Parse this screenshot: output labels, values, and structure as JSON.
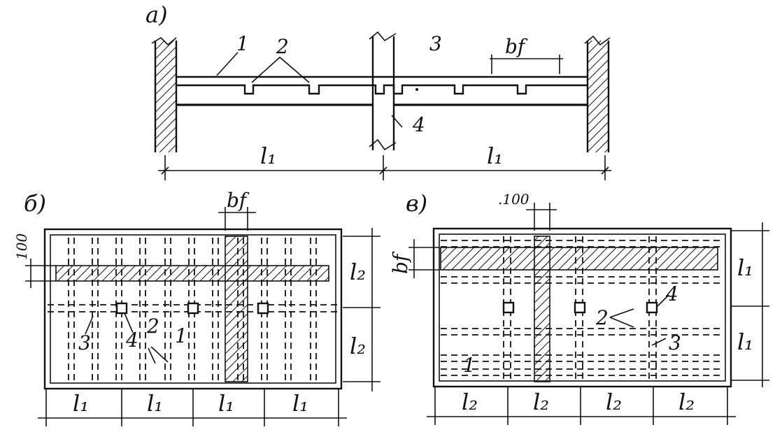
{
  "panels": {
    "a": {
      "title": "а)",
      "callouts": [
        "1",
        "2",
        "3",
        "4"
      ],
      "flange_width": "bf",
      "spans": [
        "l₁",
        "l₁"
      ]
    },
    "b": {
      "title": "б)",
      "flange_width": "bf",
      "offset": "100",
      "callouts": [
        "1",
        "2",
        "3",
        "4"
      ],
      "spans_x": [
        "l₁",
        "l₁",
        "l₁",
        "l₁"
      ],
      "spans_y": [
        "l₂",
        "l₂"
      ]
    },
    "v": {
      "title": "в)",
      "flange_width": "bf",
      "offset": ".100",
      "callouts": [
        "1",
        "2",
        "3",
        "4"
      ],
      "spans_x": [
        "l₂",
        "l₂",
        "l₂",
        "l₂"
      ],
      "spans_y": [
        "l₁",
        "l₁"
      ]
    }
  }
}
